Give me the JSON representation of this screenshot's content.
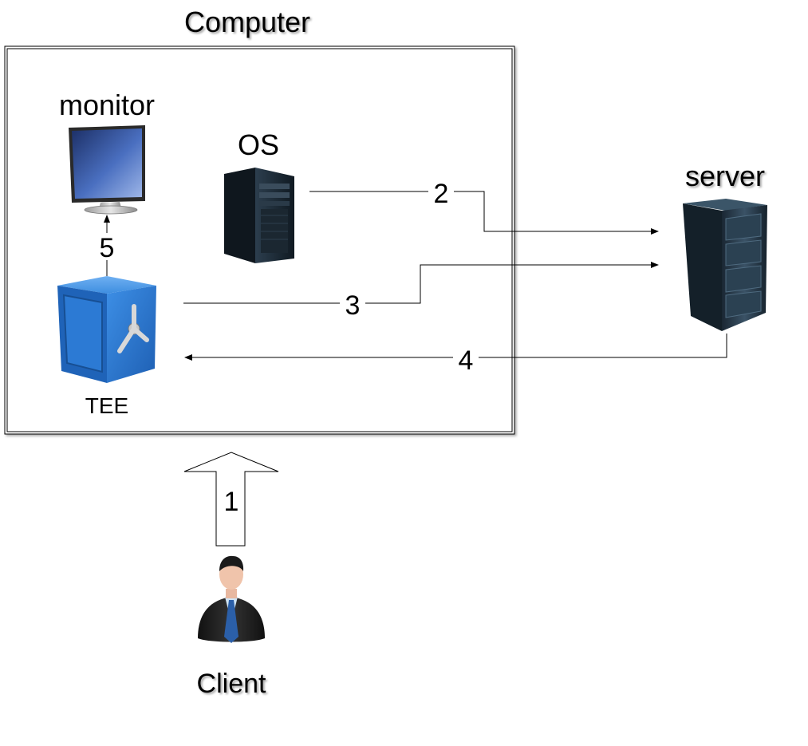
{
  "labels": {
    "computer": "Computer",
    "monitor": "monitor",
    "os": "OS",
    "server": "server",
    "tee": "TEE",
    "client": "Client"
  },
  "steps": {
    "s1": "1",
    "s2": "2",
    "s3": "3",
    "s4": "4",
    "s5": "5"
  },
  "icons": {
    "monitor": "monitor-icon",
    "os": "tower-pc-icon",
    "tee": "safe-icon",
    "server": "server-rack-icon",
    "client": "businessman-icon"
  },
  "colors": {
    "safe": "#2f7fd6",
    "tower": "#1e2c38",
    "server": "#25394a",
    "line": "#000000"
  }
}
